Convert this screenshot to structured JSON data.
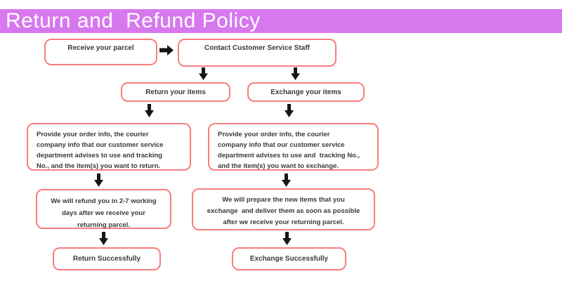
{
  "header": {
    "title": "Return and  Refund Policy",
    "bg_color": "#d778ee",
    "text_color": "#ffffff"
  },
  "flowchart": {
    "box_border_color": "#f87e7e",
    "box_text_color": "#3a3a3a",
    "arrow_color": "#161616",
    "boxes": {
      "receive_parcel": "Receive your parcel",
      "contact_staff": "Contact Customer Service Staff",
      "return_items": "Return your items",
      "exchange_items": "Exchange your items",
      "return_info": "Provide your order info, the courier\ncompany info that our customer service\ndepartment advises to use and tracking\nNo., and the item(s) you want to return.",
      "exchange_info": "Provide your order info, the courier\ncompany info that our customer service\ndepartment advises to use and  tracking No.,\nand the item(s) you want to exchange.",
      "refund_timeline": "We will refund you in 2-7 working\ndays after we receive your\nreturning parcel.",
      "prepare_items": "We will prepare the new items that you\nexchange  and deliver them as soon as possible\nafter we receive your returning parcel.",
      "return_success": "Return Successfully",
      "exchange_success": "Exchange Successfully"
    }
  }
}
